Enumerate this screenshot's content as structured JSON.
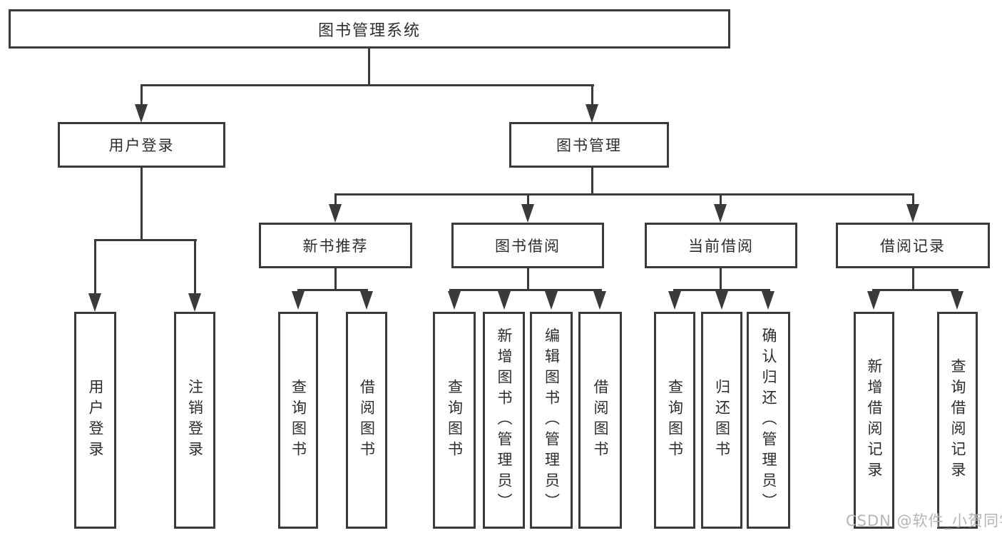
{
  "tree": {
    "root": "图书管理系统",
    "children": [
      {
        "label": "用户登录",
        "children": [
          {
            "label": "用户登录"
          },
          {
            "label": "注销登录"
          }
        ]
      },
      {
        "label": "图书管理",
        "children": [
          {
            "label": "新书推荐",
            "children": [
              {
                "label": "查询图书"
              },
              {
                "label": "借阅图书"
              }
            ]
          },
          {
            "label": "图书借阅",
            "children": [
              {
                "label": "查询图书"
              },
              {
                "label": "新增图书（管理员）"
              },
              {
                "label": "编辑图书（管理员）"
              },
              {
                "label": "借阅图书"
              }
            ]
          },
          {
            "label": "当前借阅",
            "children": [
              {
                "label": "查询图书"
              },
              {
                "label": "归还图书"
              },
              {
                "label": "确认归还（管理员）"
              }
            ]
          },
          {
            "label": "借阅记录",
            "children": [
              {
                "label": "新增借阅记录"
              },
              {
                "label": "查询借阅记录"
              }
            ]
          }
        ]
      }
    ]
  },
  "watermark": {
    "text": "CSDN @软件_小贺同学"
  },
  "colors": {
    "line": "#3a3a3a",
    "text": "#2d2d2d",
    "watermark": "#b5b5b5",
    "background": "#ffffff"
  }
}
